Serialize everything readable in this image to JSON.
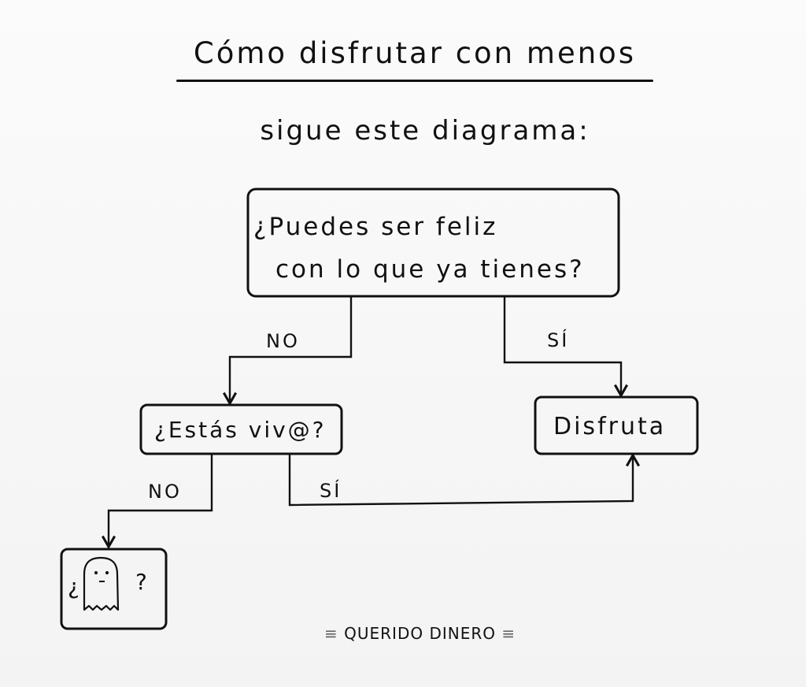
{
  "header": {
    "title": "Cómo disfrutar con menos",
    "subtitle": "sigue este diagrama:"
  },
  "diagram": {
    "nodes": {
      "question_1": {
        "line_1": "¿Puedes ser feliz",
        "line_2": "con lo que ya tienes?"
      },
      "question_2": {
        "text": "¿Estás viv@?"
      },
      "result_enjoy": {
        "text": "Disfruta"
      },
      "result_ghost": {
        "left_mark": "¿",
        "right_mark": "?"
      }
    },
    "edges": {
      "q1_no": "NO",
      "q1_si": "SÍ",
      "q2_no": "NO",
      "q2_si": "SÍ"
    }
  },
  "footer": {
    "brand": "QUERIDO DINERO"
  }
}
